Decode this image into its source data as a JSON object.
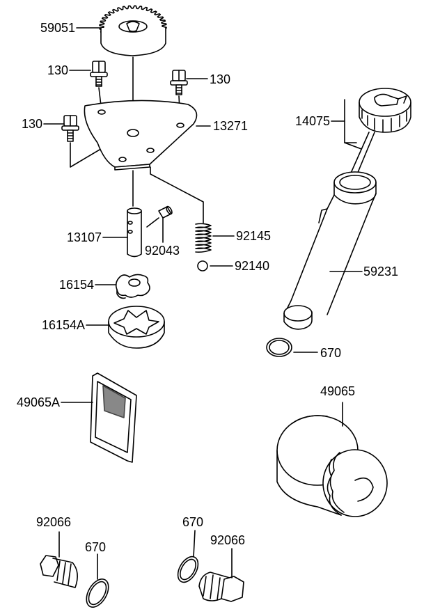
{
  "diagram": {
    "parts": {
      "gear": "59051",
      "bolt_left": "130",
      "bolt_right": "130",
      "bolt_mid": "130",
      "plate": "13271",
      "cap_dipstick": "14075",
      "shaft": "13107",
      "pin": "92043",
      "spring": "92145",
      "ball": "92140",
      "tube": "59231",
      "rotor_inner": "16154",
      "rotor_outer": "16154A",
      "tube_oring": "670",
      "screen": "49065A",
      "filter": "49065",
      "plug_left": "92066",
      "plug_left_oring": "670",
      "plug_right_oring": "670",
      "plug_right": "92066"
    }
  }
}
